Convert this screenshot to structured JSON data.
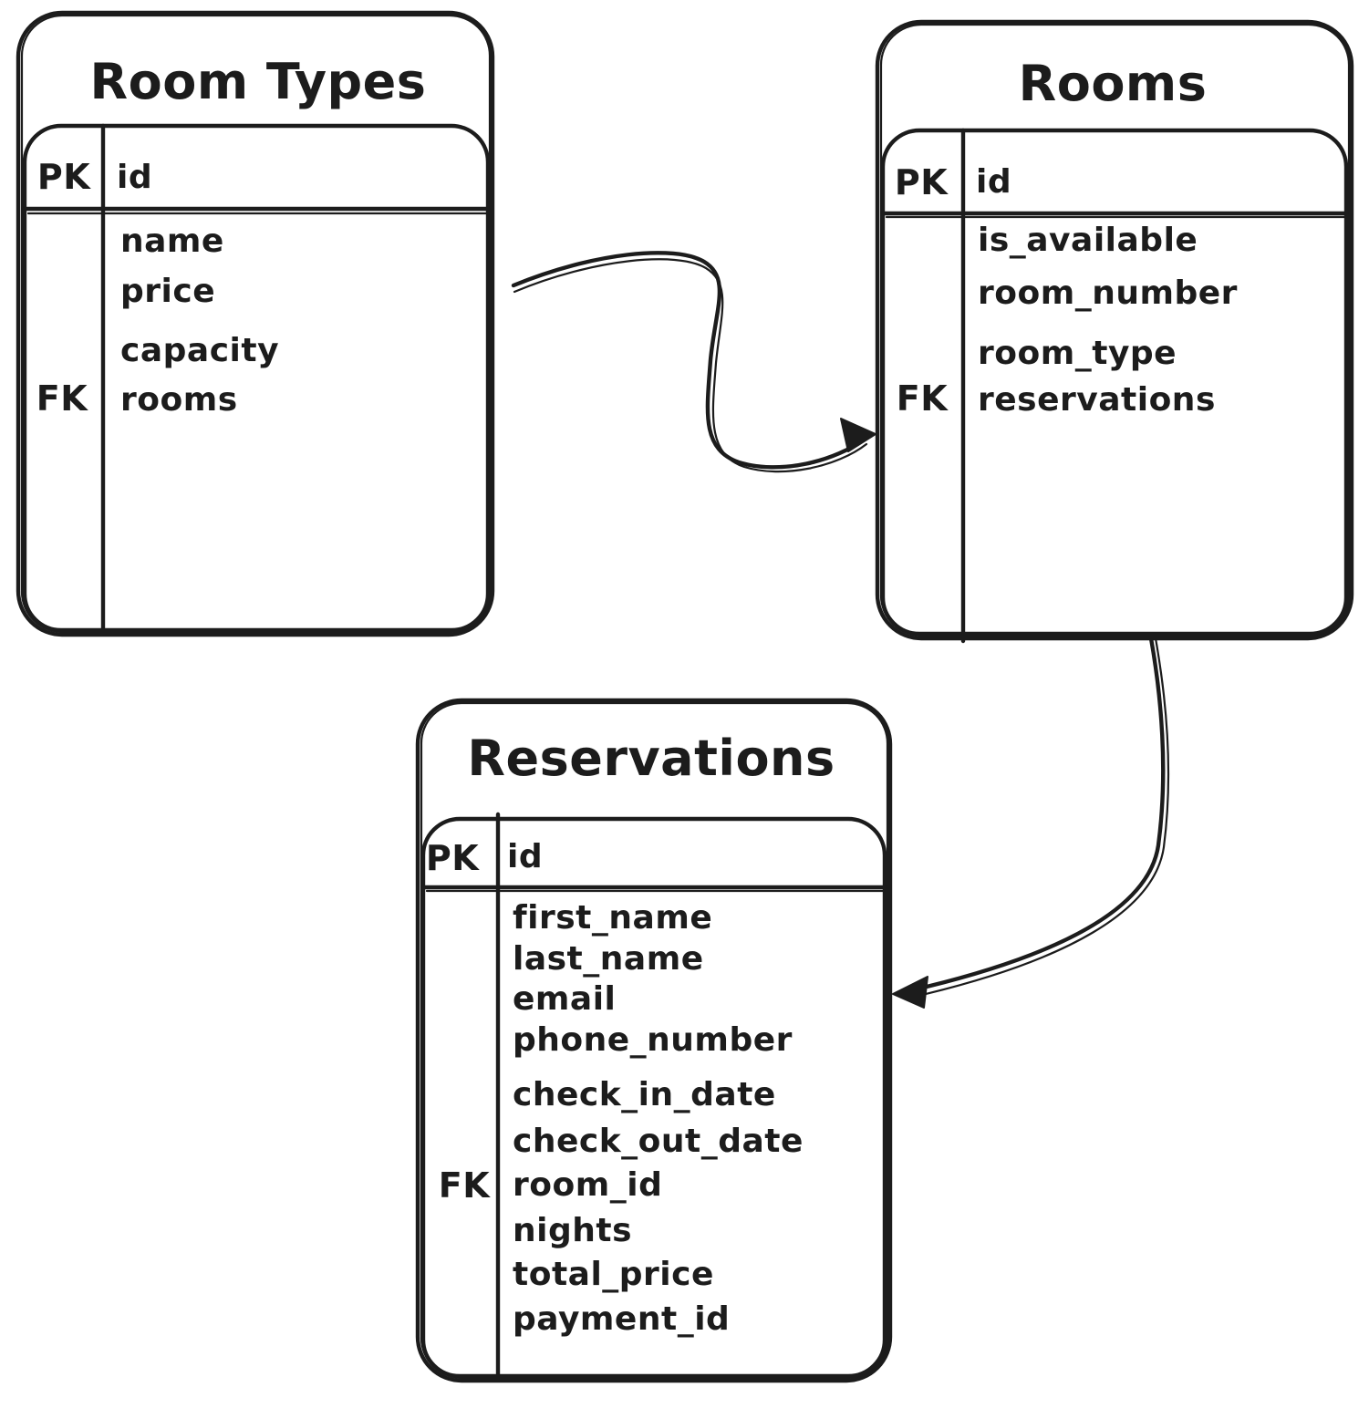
{
  "colors": {
    "stroke": "#1c1c1c",
    "background": "#ffffff"
  },
  "tables": [
    {
      "title": "Room Types",
      "pk_label": "PK",
      "pk_field": "id",
      "fk_label": "FK",
      "fields": [
        "name",
        "price",
        "capacity",
        "rooms"
      ]
    },
    {
      "title": "Rooms",
      "pk_label": "PK",
      "pk_field": "id",
      "fk_label": "FK",
      "fields": [
        "is_available",
        "room_number",
        "room_type",
        "reservations"
      ]
    },
    {
      "title": "Reservations",
      "pk_label": "PK",
      "pk_field": "id",
      "fk_label": "FK",
      "fields": [
        "first_name",
        "last_name",
        "email",
        "phone_number",
        "check_in_date",
        "check_out_date",
        "room_id",
        "nights",
        "total_price",
        "payment_id"
      ]
    }
  ],
  "relations": [
    {
      "from": "Room Types",
      "to": "Rooms"
    },
    {
      "from": "Rooms",
      "to": "Reservations"
    }
  ]
}
